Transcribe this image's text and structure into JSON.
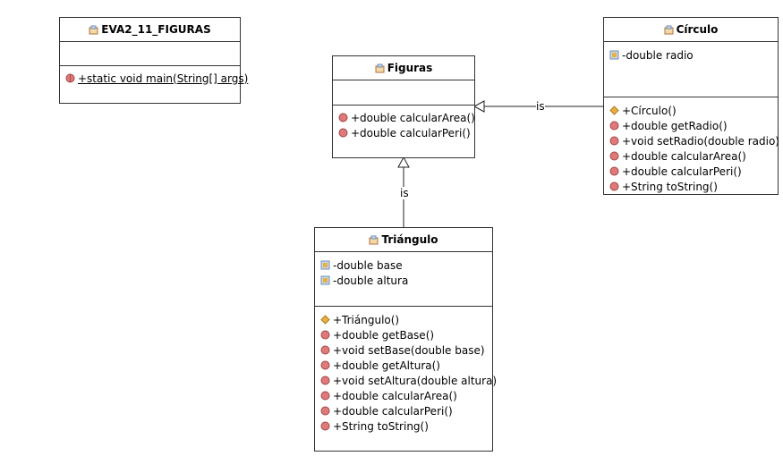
{
  "classes": [
    {
      "id": "main",
      "name": "EVA2_11_FIGURAS",
      "attributes": [],
      "operations": [
        {
          "text": "+static void main(String[] args)",
          "icon": "static-method-icon",
          "static": true
        }
      ]
    },
    {
      "id": "figuras",
      "name": "Figuras",
      "attributes": [],
      "operations": [
        {
          "text": "+double calcularArea()",
          "icon": "method-icon"
        },
        {
          "text": "+double calcularPeri()",
          "icon": "method-icon"
        }
      ]
    },
    {
      "id": "circulo",
      "name": "Círculo",
      "attributes": [
        {
          "text": "-double radio",
          "icon": "field-icon"
        }
      ],
      "operations": [
        {
          "text": "+Círculo()",
          "icon": "constructor-icon"
        },
        {
          "text": "+double getRadio()",
          "icon": "method-icon"
        },
        {
          "text": "+void setRadio(double radio)",
          "icon": "method-icon"
        },
        {
          "text": "+double calcularArea()",
          "icon": "method-icon"
        },
        {
          "text": "+double calcularPeri()",
          "icon": "method-icon"
        },
        {
          "text": "+String toString()",
          "icon": "method-icon"
        }
      ]
    },
    {
      "id": "triangulo",
      "name": "Triángulo",
      "attributes": [
        {
          "text": "-double base",
          "icon": "field-icon"
        },
        {
          "text": "-double altura",
          "icon": "field-icon"
        }
      ],
      "operations": [
        {
          "text": "+Triángulo()",
          "icon": "constructor-icon"
        },
        {
          "text": "+double getBase()",
          "icon": "method-icon"
        },
        {
          "text": "+void setBase(double base)",
          "icon": "method-icon"
        },
        {
          "text": "+double getAltura()",
          "icon": "method-icon"
        },
        {
          "text": "+void setAltura(double altura)",
          "icon": "method-icon"
        },
        {
          "text": "+double calcularArea()",
          "icon": "method-icon"
        },
        {
          "text": "+double calcularPeri()",
          "icon": "method-icon"
        },
        {
          "text": "+String toString()",
          "icon": "method-icon"
        }
      ]
    }
  ],
  "relations": [
    {
      "from": "circulo",
      "to": "figuras",
      "type": "generalization",
      "label": "is"
    },
    {
      "from": "triangulo",
      "to": "figuras",
      "type": "generalization",
      "label": "is"
    }
  ],
  "colors": {
    "method": "#e07a7a",
    "field": "#6f8fb0",
    "constructor": "#e8b040",
    "class_icon": "#d08a5a"
  }
}
